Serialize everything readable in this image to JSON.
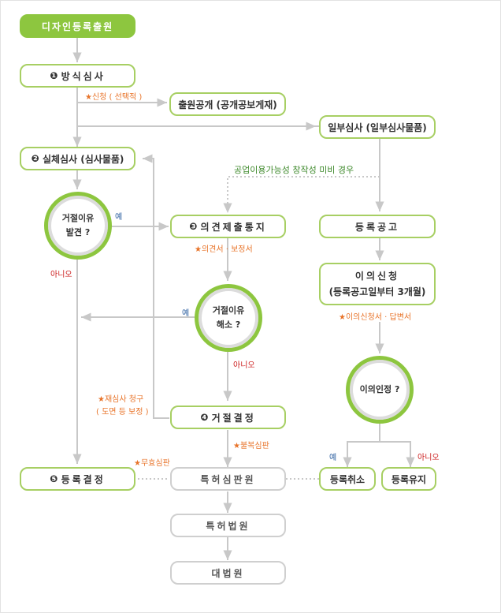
{
  "boxes": {
    "start": "디자인등록출원",
    "formal_exam": "방식심사",
    "publication": "출원공개 (공개공보게재)",
    "partial_exam": "일부심사 (일부심사물품)",
    "substantive_exam": "실체심사 (심사물품)",
    "opinion_notice": "의견제출통지",
    "reg_announce": "등록공고",
    "opposition_line1": "이의신청",
    "opposition_line2": "(등록공고일부터 3개월)",
    "rejection": "거절결정",
    "registration": "등록결정",
    "patent_tribunal": "특허심판원",
    "patent_court": "특허법원",
    "supreme_court": "대법원",
    "reg_cancel": "등록취소",
    "reg_maintain": "등록유지"
  },
  "numbers": {
    "formal_exam": "❶",
    "substantive_exam": "❷",
    "opinion_notice": "❸",
    "rejection": "❹",
    "registration": "❺"
  },
  "decisions": {
    "refusal_found_line1": "거절이유",
    "refusal_found_line2": "발견 ?",
    "refusal_resolved_line1": "거절이유",
    "refusal_resolved_line2": "해소 ?",
    "opposition_accepted": "이의인정 ?"
  },
  "notes": {
    "request_optional": "★신청 ( 선택적 )",
    "industrial_applicability": "공업이용가능성  창작성 미비 경우",
    "opinion_amendment": "★의견서 · 보정서",
    "opposition_reply": "★이의신청서 · 답변서",
    "reexam_line1": "★재심사 청구",
    "reexam_line2": "( 도면 등 보정 )",
    "appeal_rejection": "★불복심판",
    "invalidation": "★무효심판"
  },
  "labels": {
    "yes": "예",
    "no": "아니오"
  },
  "colors": {
    "accent": "#8dc63f",
    "box_border": "#a7cf63",
    "gray_border": "#cfcfcf",
    "note_orange": "#e8742a",
    "no_red": "#cc1f1f",
    "yes_blue": "#2a5d9f"
  }
}
